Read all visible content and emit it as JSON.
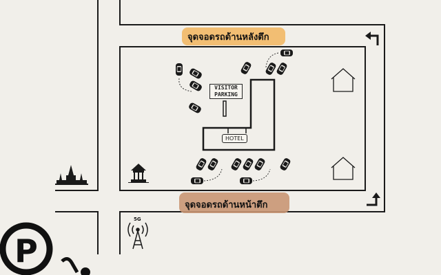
{
  "map": {
    "back_parking_label": "จุดจอดรถด้านหลังตึก",
    "front_parking_label": "จุดจอดรถด้านหน้าตึก",
    "visitor_sign": [
      "VISITOR",
      "PARKING"
    ],
    "hotel_sign": "HOTEL",
    "tower_label": "5G",
    "colors": {
      "background": "#f1efea",
      "back_label_highlight": "#f2b866",
      "front_label_highlight": "#c99674",
      "line": "#1a1a1a"
    },
    "icons": [
      "turn-left-arrow-icon",
      "turn-right-arrow-icon",
      "house-icon",
      "house-icon",
      "temple-icon",
      "pavilion-icon",
      "cell-tower-icon",
      "parking-icon",
      "car-icon"
    ]
  }
}
